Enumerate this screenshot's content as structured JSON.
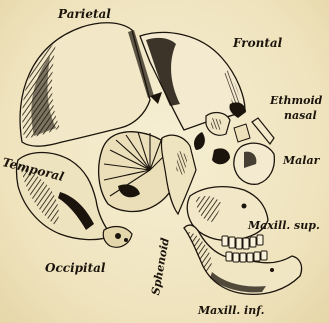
{
  "labels": {
    "parietal": "Parietal",
    "frontal": "Frontal",
    "ethmoid": "Ethmoid",
    "nasal": "nasal",
    "malar": "Malar",
    "temporal": "Temporal",
    "maxill_sup": "Maxill. sup.",
    "occipital": "Occipital",
    "sphenoid": "Sphenoid",
    "maxill_inf": "Maxill. inf."
  },
  "colors": {
    "paper": "#f1e7c4",
    "ink": "#1b140c"
  }
}
